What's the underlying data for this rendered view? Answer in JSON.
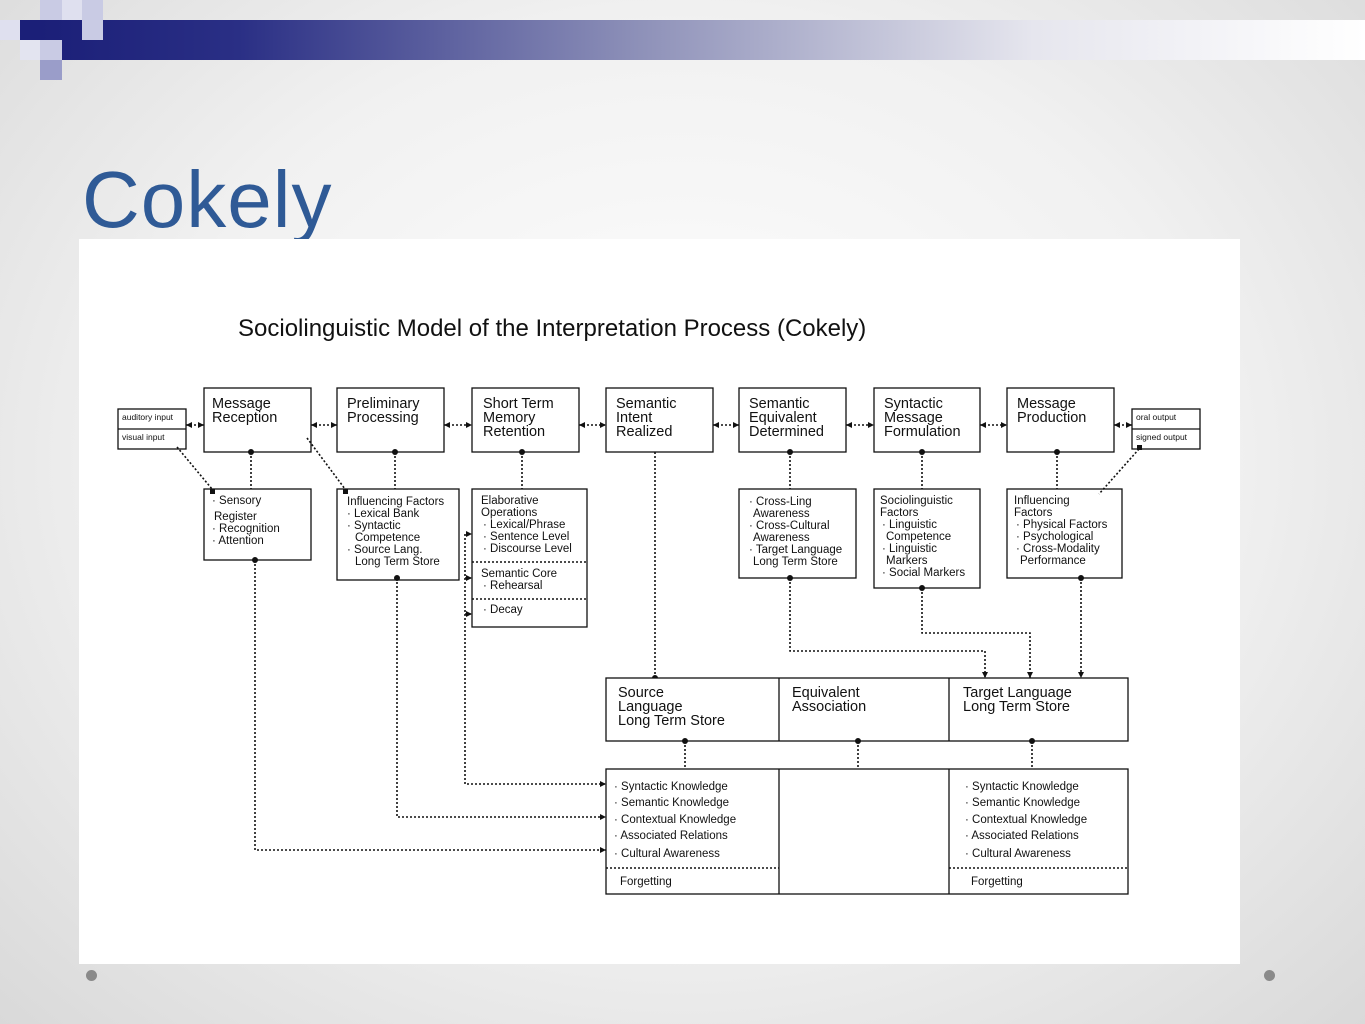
{
  "slide": {
    "title": "Cokely"
  },
  "diagram": {
    "title": "Sociolinguistic Model of the Interpretation Process (Cokely)",
    "inputs": [
      "auditory input",
      "visual input"
    ],
    "outputs": [
      "oral output",
      "signed output"
    ],
    "stages": [
      [
        "Message",
        "Reception"
      ],
      [
        "Preliminary",
        "Processing"
      ],
      [
        "Short Term",
        "Memory",
        "Retention"
      ],
      [
        "Semantic",
        "Intent",
        "Realized"
      ],
      [
        "Semantic",
        "Equivalent",
        "Determined"
      ],
      [
        "Syntactic",
        "Message",
        "Formulation"
      ],
      [
        "Message",
        "Production"
      ]
    ],
    "details": {
      "reception": [
        "· Sensory",
        "Register",
        "· Recognition",
        "· Attention"
      ],
      "preliminary": [
        "Influencing Factors",
        "· Lexical Bank",
        "· Syntactic",
        "Competence",
        "· Source Lang.",
        "Long Term Store"
      ],
      "stm_elaborative": [
        "Elaborative",
        "Operations",
        "· Lexical/Phrase",
        "· Sentence Level",
        "· Discourse Level"
      ],
      "stm_core": [
        "Semantic Core",
        "· Rehearsal"
      ],
      "stm_decay": [
        "· Decay"
      ],
      "equivalent": [
        "· Cross-Ling",
        "Awareness",
        "· Cross-Cultural",
        "Awareness",
        "· Target Language",
        "Long Term Store"
      ],
      "syntactic": [
        "Sociolinguistic",
        "Factors",
        "· Linguistic",
        "Competence",
        "· Linguistic",
        "Markers",
        "· Social Markers"
      ],
      "production": [
        "Influencing",
        "Factors",
        "· Physical Factors",
        "· Psychological",
        "· Cross-Modality",
        "Performance"
      ]
    },
    "stores": [
      [
        "Source",
        "Language",
        "Long Term Store"
      ],
      [
        "Equivalent",
        "Association"
      ],
      [
        "Target Language",
        "Long Term Store"
      ]
    ],
    "knowledge_source": [
      "· Syntactic Knowledge",
      "· Semantic Knowledge",
      "· Contextual Knowledge",
      "· Associated Relations",
      "· Cultural Awareness"
    ],
    "knowledge_target": [
      "· Syntactic Knowledge",
      "· Semantic Knowledge",
      "· Contextual Knowledge",
      "· Associated Relations",
      "· Cultural Awareness"
    ],
    "forgetting_source": "Forgetting",
    "forgetting_target": "Forgetting"
  }
}
